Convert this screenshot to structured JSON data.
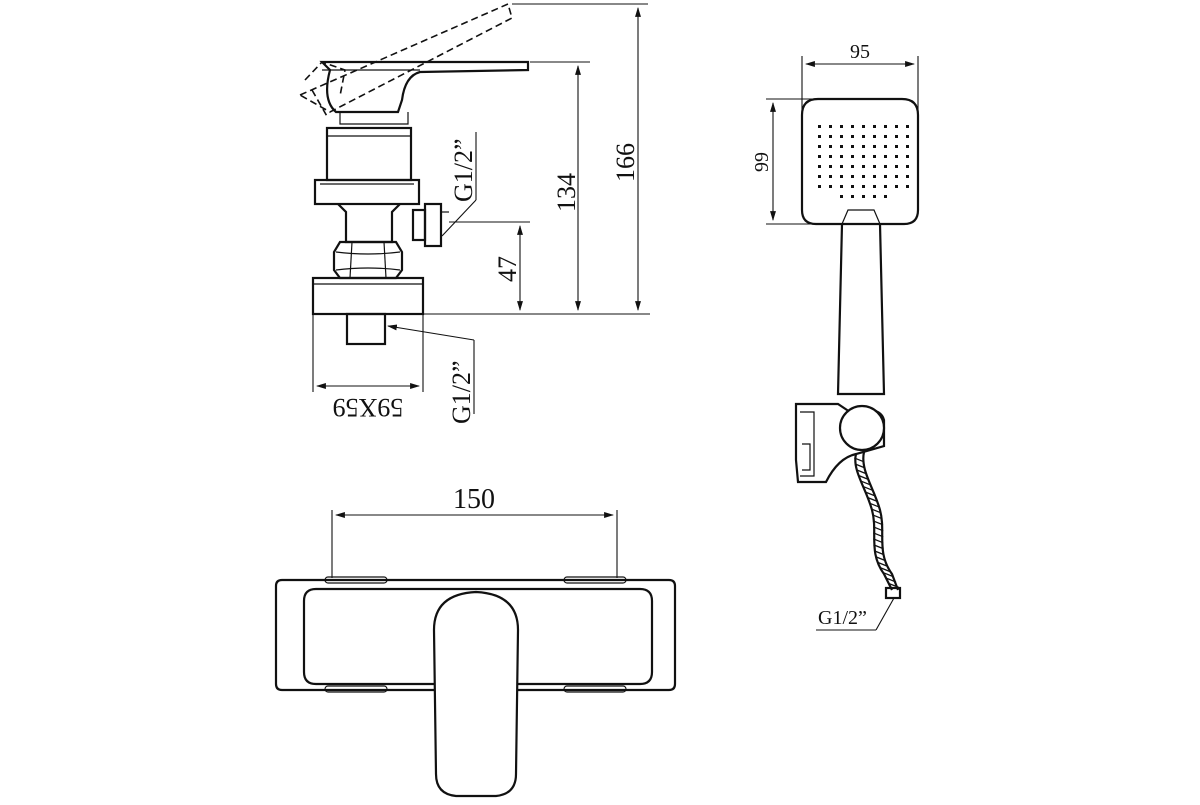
{
  "side_view": {
    "dim_total_height": "166",
    "dim_spout_height": "134",
    "dim_inlet_height": "47",
    "thread_outlet": "G1/2”",
    "thread_inlet": "G1/2”",
    "flange_size": "59X59"
  },
  "front_view": {
    "dim_width": "150"
  },
  "hand_shower": {
    "dim_head_width": "95",
    "dim_head_height": "99",
    "thread_hose": "G1/2”"
  }
}
